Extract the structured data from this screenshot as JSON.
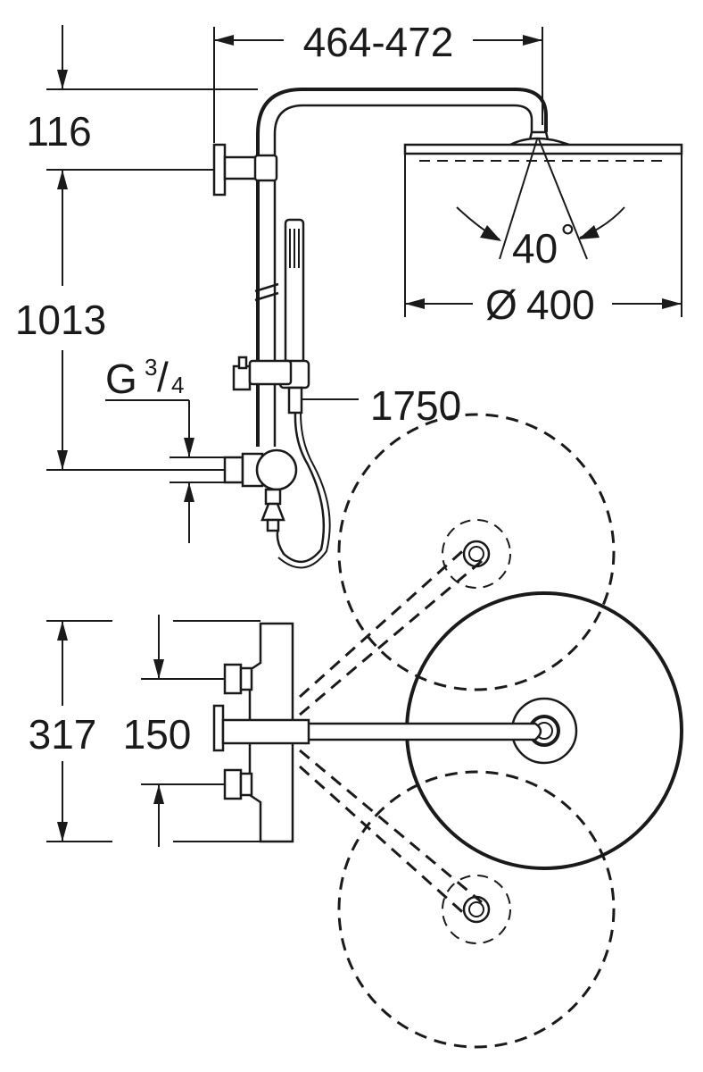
{
  "dimensions": {
    "width_range": "464-472",
    "top_offset": "116",
    "height_main": "1013",
    "thread_main": "G",
    "thread_frac_num": "3",
    "thread_frac_den": "4",
    "hose_length": "1750",
    "head_diameter_symbol": "Ø",
    "head_diameter": "400",
    "tilt_angle": "40",
    "tilt_unit": "°",
    "mixer_height": "317",
    "inlet_spacing": "150"
  }
}
